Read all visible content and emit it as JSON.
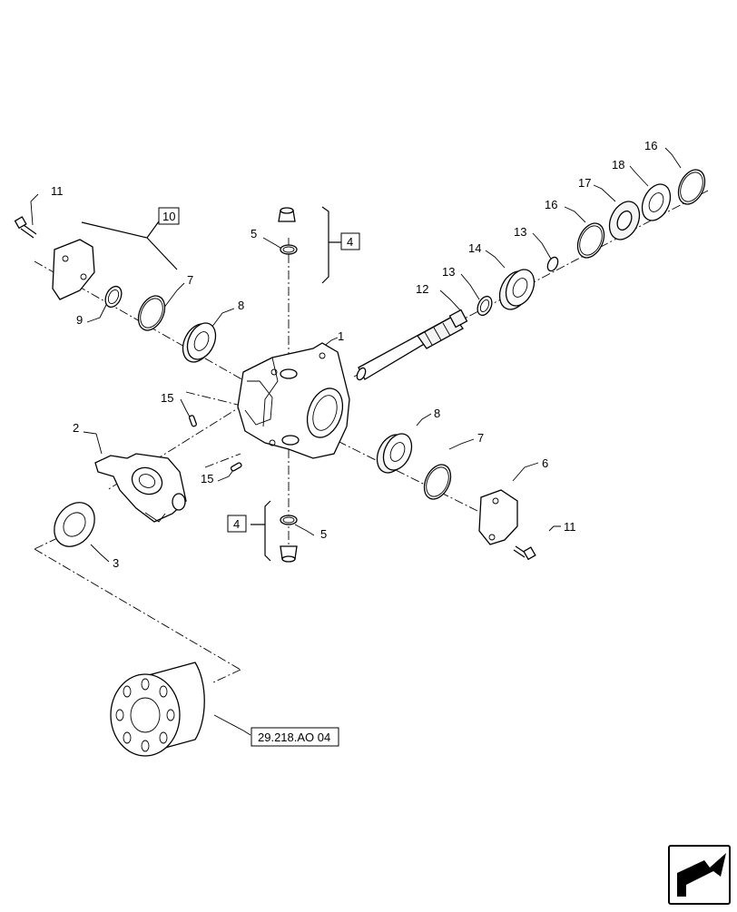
{
  "diagram": {
    "callouts": [
      {
        "id": "callout-1",
        "text": "1"
      },
      {
        "id": "callout-2",
        "text": "2"
      },
      {
        "id": "callout-3",
        "text": "3"
      },
      {
        "id": "callout-4-top",
        "text": "4"
      },
      {
        "id": "callout-4-bottom",
        "text": "4"
      },
      {
        "id": "callout-5-top",
        "text": "5"
      },
      {
        "id": "callout-5-bottom",
        "text": "5"
      },
      {
        "id": "callout-6",
        "text": "6"
      },
      {
        "id": "callout-7-left",
        "text": "7"
      },
      {
        "id": "callout-7-right",
        "text": "7"
      },
      {
        "id": "callout-8-left",
        "text": "8"
      },
      {
        "id": "callout-8-right",
        "text": "8"
      },
      {
        "id": "callout-9",
        "text": "9"
      },
      {
        "id": "callout-10",
        "text": "10"
      },
      {
        "id": "callout-11-left",
        "text": "11"
      },
      {
        "id": "callout-11-right",
        "text": "11"
      },
      {
        "id": "callout-12",
        "text": "12"
      },
      {
        "id": "callout-13-left",
        "text": "13"
      },
      {
        "id": "callout-13-right",
        "text": "13"
      },
      {
        "id": "callout-14",
        "text": "14"
      },
      {
        "id": "callout-15-top",
        "text": "15"
      },
      {
        "id": "callout-15-bottom",
        "text": "15"
      },
      {
        "id": "callout-16-left",
        "text": "16"
      },
      {
        "id": "callout-16-right",
        "text": "16"
      },
      {
        "id": "callout-17",
        "text": "17"
      },
      {
        "id": "callout-18",
        "text": "18"
      }
    ],
    "reference_label": "29.218.AO 04",
    "nav_icon": "next-page-arrow-icon"
  }
}
